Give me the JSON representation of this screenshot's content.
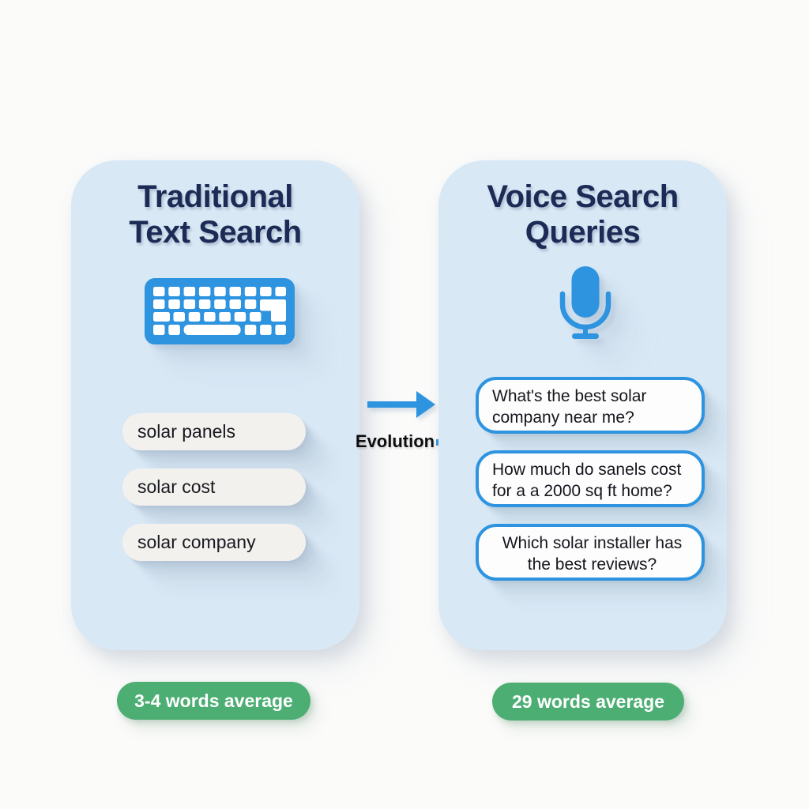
{
  "colors": {
    "page_bg": "#fbfbfa",
    "panel_bg": "#d9e8f5",
    "accent_blue": "#2e94df",
    "title_navy": "#1b2b55",
    "badge_green": "#4cae73",
    "chip_bg": "#f2f1ee",
    "text_dark": "#15151d",
    "white": "#ffffff"
  },
  "left_panel": {
    "title_lines": [
      "Traditional",
      "Text Search"
    ],
    "icon": "keyboard-icon",
    "chips": [
      "solar panels",
      "solar cost",
      "solar company"
    ],
    "badge": "3-4 words average"
  },
  "evolution": {
    "label": "Evolution",
    "icons": [
      "arrow-right-icon",
      "arrow-right-icon"
    ]
  },
  "right_panel": {
    "title_lines": [
      "Voice Search",
      "Queries"
    ],
    "icon": "microphone-icon",
    "queries": [
      {
        "lines": [
          "What's the best solar",
          "company near me?"
        ]
      },
      {
        "lines": [
          "How much do sanels cost",
          "for a a 2000 sq ft home?"
        ]
      },
      {
        "lines": [
          "Which solar installer has",
          "the best reviews?"
        ]
      }
    ],
    "badge": "29 words average"
  }
}
